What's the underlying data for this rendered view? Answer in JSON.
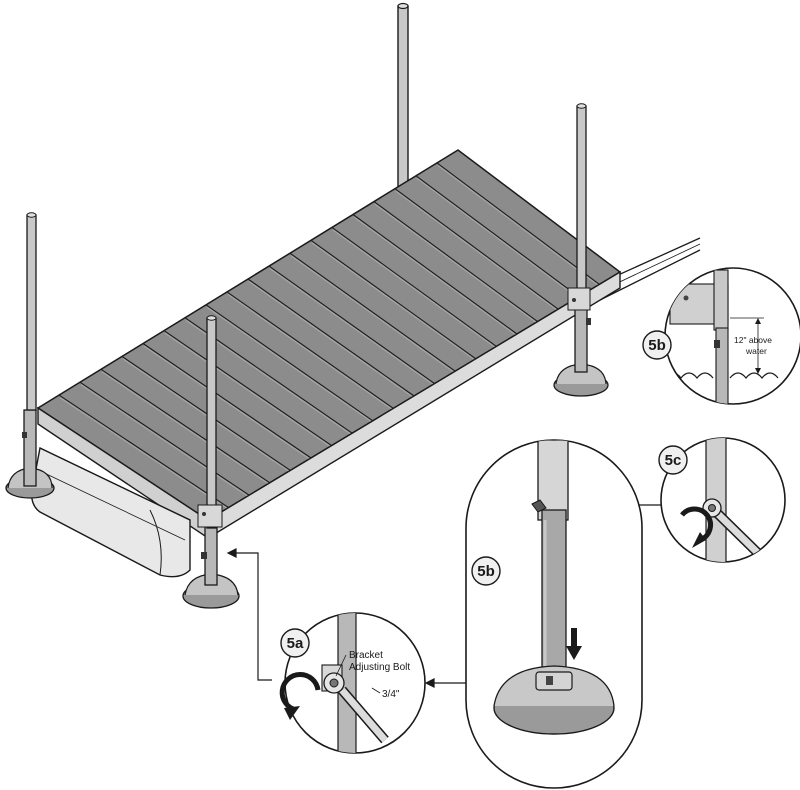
{
  "labels": {
    "step_5a": "5a",
    "step_5b_large": "5b",
    "step_5b_small": "5b",
    "step_5c": "5c",
    "bracket_line1": "Bracket",
    "bracket_line2": "Adjusting Bolt",
    "wrench_size": "3/4\"",
    "height_line1": "12\" above",
    "height_line2": "water"
  },
  "colors": {
    "stroke": "#1a1a1a",
    "plank": "#8c8c8c",
    "plank_dark": "#6f6f6f",
    "post": "#c8c8c8",
    "foot": "#9a9a9a",
    "leg": "#b8b8b8"
  }
}
